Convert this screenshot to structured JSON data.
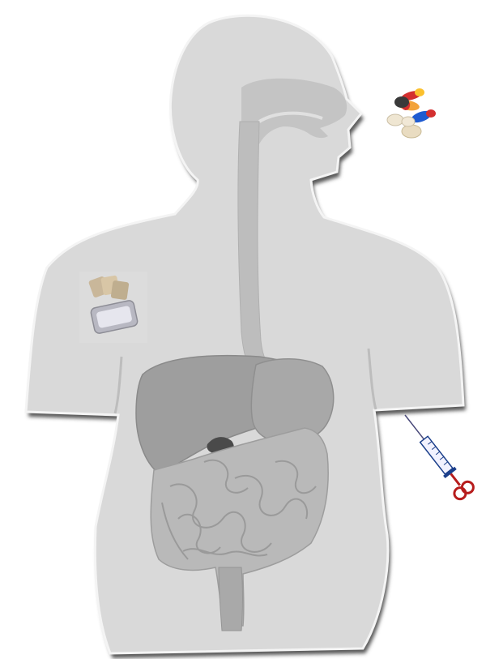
{
  "diagram": {
    "subject": "human-digestive-system",
    "background_color": "#ffffff",
    "body_fill": "#d9d9d9",
    "body_shadow": "#5a5a5a",
    "organ_fills": {
      "esophagus": "#bdbdbd",
      "liver": "#9e9e9e",
      "stomach": "#a8a8a8",
      "gallbladder": "#4a4a4a",
      "intestines": "#b5b5b5",
      "rectum": "#a9a9a9"
    },
    "routes": [
      {
        "name": "oral",
        "icon": "pills-icon",
        "colors": [
          "#d32f2f",
          "#fbc02d",
          "#1e5bd1",
          "#efe6d2"
        ]
      },
      {
        "name": "transdermal",
        "icon": "patches-icon",
        "colors": [
          "#c9b79a",
          "#b8b8c2"
        ]
      },
      {
        "name": "injection",
        "icon": "syringe-icon",
        "colors": [
          "#1b3f8b",
          "#b71c1c"
        ]
      }
    ]
  }
}
